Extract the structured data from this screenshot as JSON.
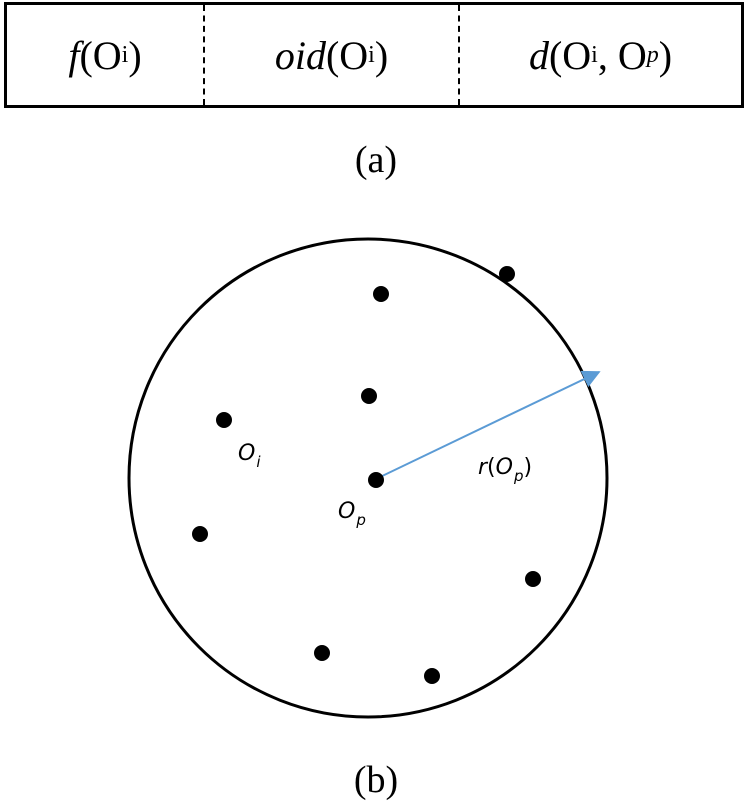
{
  "record": {
    "fields": [
      {
        "name": "f",
        "arg": "O",
        "arg_sub": "i"
      },
      {
        "name": "oid",
        "arg": "O",
        "arg_sub": "i"
      },
      {
        "name": "d",
        "arg1": "O",
        "arg1_sub": "i",
        "arg2": "O",
        "arg2_sub": "p"
      }
    ]
  },
  "captions": {
    "a": "(a)",
    "b": "(b)"
  },
  "diagram": {
    "labels": {
      "oi_base": "O",
      "oi_sub": "i",
      "op_base": "O",
      "op_sub": "p",
      "radius_fn": "r",
      "radius_arg": "O",
      "radius_arg_sub": "p"
    },
    "colors": {
      "radius_arrow": "#5b9bd5",
      "points": "#000000",
      "circle": "#000000"
    }
  }
}
